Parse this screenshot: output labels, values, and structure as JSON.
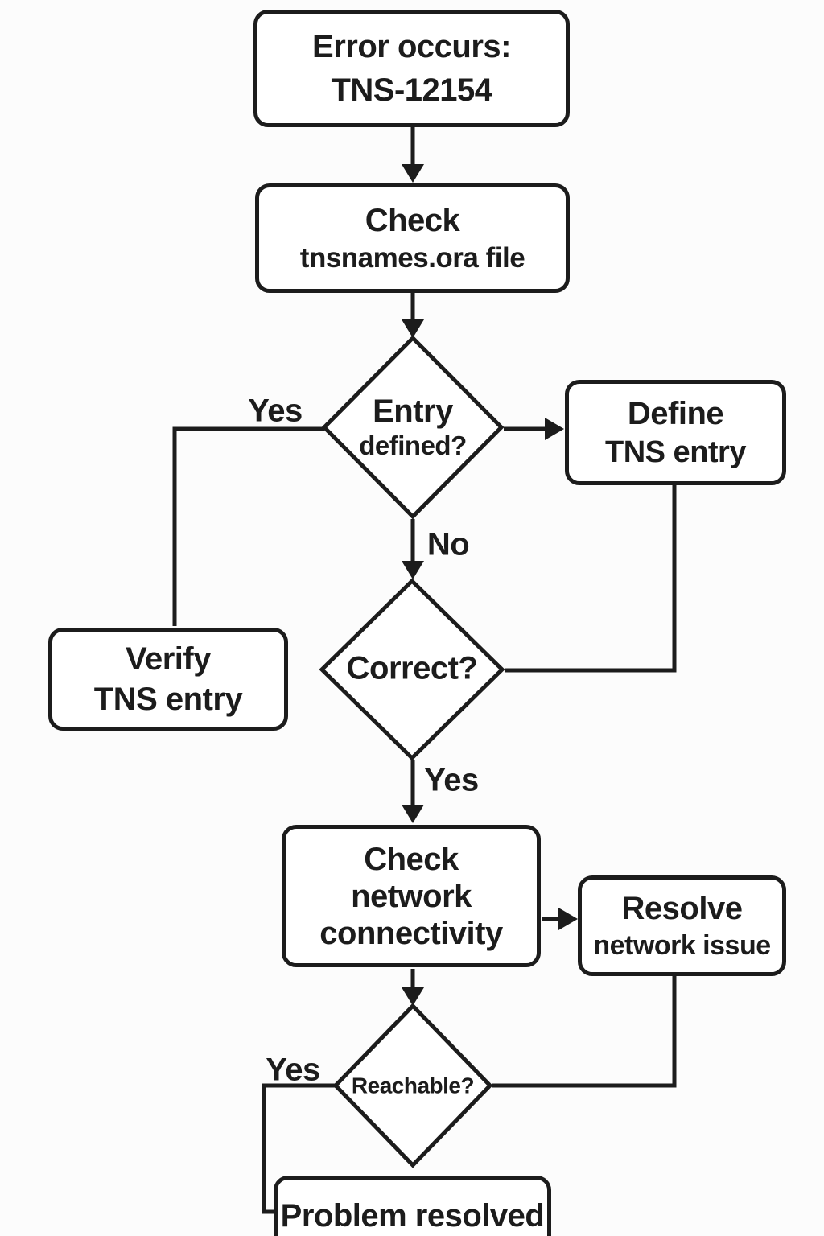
{
  "flow": {
    "background": "#fcfcfc",
    "stroke_color": "#1c1c1c",
    "node_fill": "#ffffff",
    "nodes": {
      "error": {
        "type": "process",
        "lines": [
          "Error occurs:",
          "TNS-12154"
        ]
      },
      "check_tnsnames": {
        "type": "process",
        "lines": [
          "Check",
          "tnsnames.ora file"
        ]
      },
      "entry_defined": {
        "type": "decision",
        "lines": [
          "Entry",
          "defined?"
        ]
      },
      "define_tns": {
        "type": "process",
        "lines": [
          "Define",
          "TNS entry"
        ]
      },
      "verify_tns": {
        "type": "process",
        "lines": [
          "Verify",
          "TNS entry"
        ]
      },
      "correct": {
        "type": "decision",
        "lines": [
          "Correct?"
        ]
      },
      "check_network": {
        "type": "process",
        "lines": [
          "Check",
          "network",
          "connectivity"
        ]
      },
      "resolve_network": {
        "type": "process",
        "lines": [
          "Resolve",
          "network issue"
        ]
      },
      "reachable": {
        "type": "decision",
        "lines": [
          "Reachable?"
        ]
      },
      "problem_resolved": {
        "type": "process",
        "lines": [
          "Problem resolved"
        ]
      }
    },
    "edge_labels": {
      "entry_yes": "Yes",
      "entry_no": "No",
      "correct_yes": "Yes",
      "reachable_yes": "Yes"
    }
  }
}
